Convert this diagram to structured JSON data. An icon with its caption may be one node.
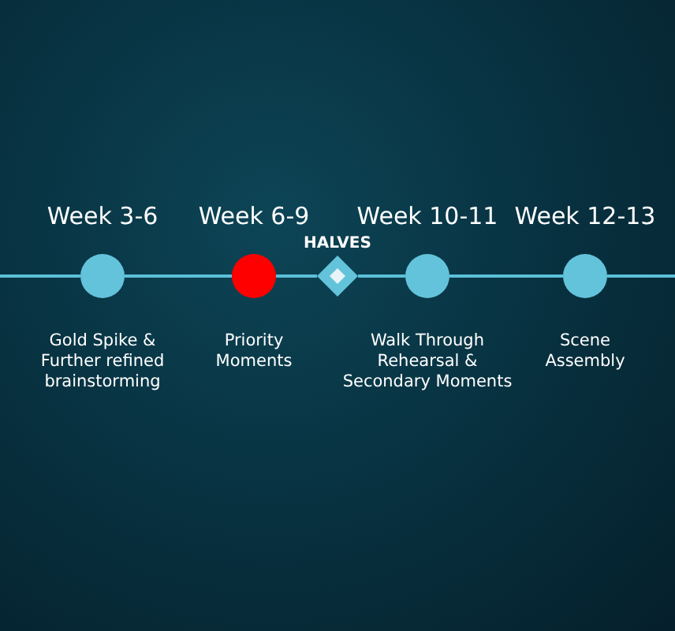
{
  "diagram": {
    "nodes": [
      {
        "text": [
          "Week 3-6"
        ],
        "beside": [
          "Gold Spike & Further refined brainstorming"
        ]
      },
      {
        "text": [
          "Week 6-9"
        ],
        "beside": [
          "Priority Moments"
        ]
      },
      {
        "text": [
          "HALVES"
        ]
      },
      {
        "text": [
          "Week 10-11"
        ],
        "beside": [
          "Walk Through Rehearsal & Secondary Moments"
        ]
      },
      {
        "text": [
          "Week 12-13"
        ],
        "beside": [
          "Scene Assembly"
        ]
      }
    ],
    "edges": [
      {
        "from": null,
        "to": 0,
        "arrow": "none"
      },
      {
        "from": 0,
        "to": 1,
        "arrow": "none"
      },
      {
        "from": 1,
        "to": 2,
        "arrow": "none"
      },
      {
        "from": 2,
        "to": 3,
        "arrow": "none"
      },
      {
        "from": 3,
        "to": 4,
        "arrow": "none"
      },
      {
        "from": 4,
        "to": null,
        "arrow": "none"
      }
    ]
  }
}
